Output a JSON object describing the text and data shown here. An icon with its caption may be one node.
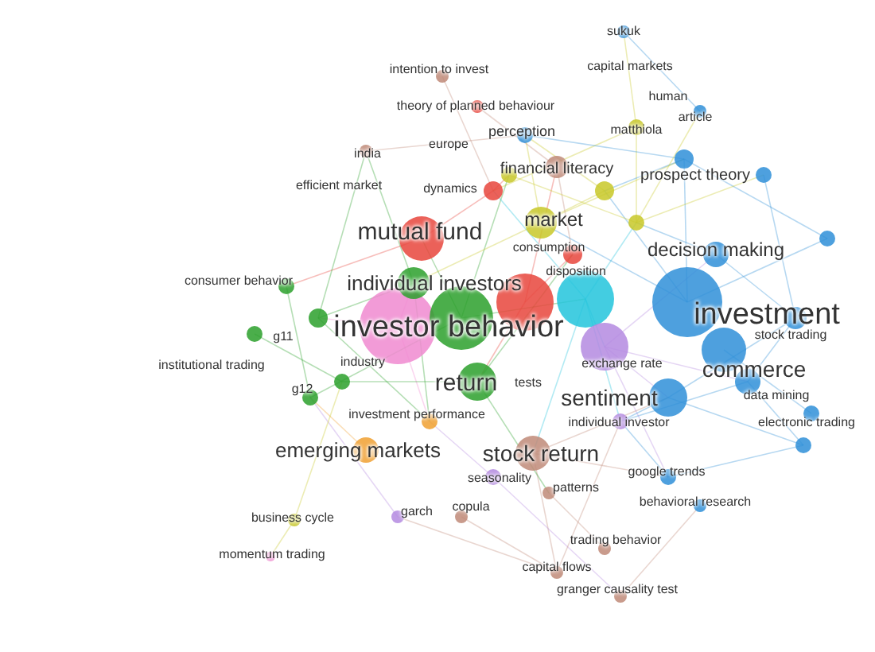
{
  "diagram": {
    "labels": [
      "sukuk",
      "intention to invest",
      "capital markets",
      "human",
      "theory of planned behaviour",
      "article",
      "perception",
      "matthiola",
      "india",
      "europe",
      "efficient market",
      "dynamics",
      "financial literacy",
      "prospect theory",
      "mutual fund",
      "market",
      "consumption",
      "decision making",
      "consumer behavior",
      "individual investors",
      "disposition",
      "g11",
      "investor behavior",
      "investment",
      "stock trading",
      "institutional trading",
      "industry",
      "exchange rate",
      "commerce",
      "g12",
      "return",
      "tests",
      "sentiment",
      "data mining",
      "investment performance",
      "individual investor",
      "electronic trading",
      "emerging markets",
      "stock return",
      "seasonality",
      "patterns",
      "google trends",
      "business cycle",
      "garch",
      "copula",
      "behavioral research",
      "trading behavior",
      "momentum trading",
      "capital flows",
      "granger causality test"
    ]
  }
}
